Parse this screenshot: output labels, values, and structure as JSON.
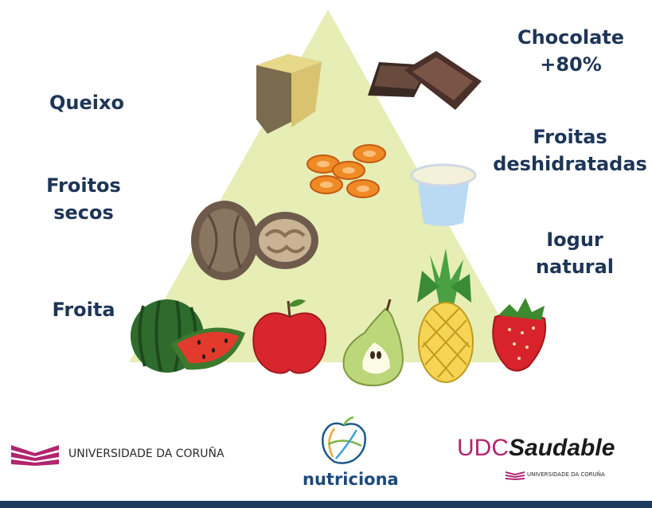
{
  "colors": {
    "pyramid": "#e6edb5",
    "text": "#1d3557",
    "udc_magenta": "#b0256e",
    "footer": "#1c3a5e"
  },
  "labels": {
    "chocolate": [
      "Chocolate",
      "+80%"
    ],
    "queixo": [
      "Queixo"
    ],
    "froitas_deshidratadas": [
      "Froitas",
      "deshidratadas"
    ],
    "froitos_secos": [
      "Froitos",
      "secos"
    ],
    "iogur": [
      "Iogur",
      "natural"
    ],
    "froita": [
      "Froita"
    ]
  },
  "illustrations": [
    "cheese-wedge",
    "chocolate-bar",
    "dried-apricots",
    "yogurt-cup",
    "walnuts",
    "watermelon",
    "apple",
    "pear",
    "pineapple",
    "strawberry"
  ],
  "logos": {
    "udc": "UNIVERSIDADE DA CORUÑA",
    "nutriciona": "nutriciona",
    "udc_saudable_udc": "UDC",
    "udc_saudable_word": "Saudable",
    "udc_saudable_sub": "UNIVERSIDADE DA CORUÑA"
  }
}
